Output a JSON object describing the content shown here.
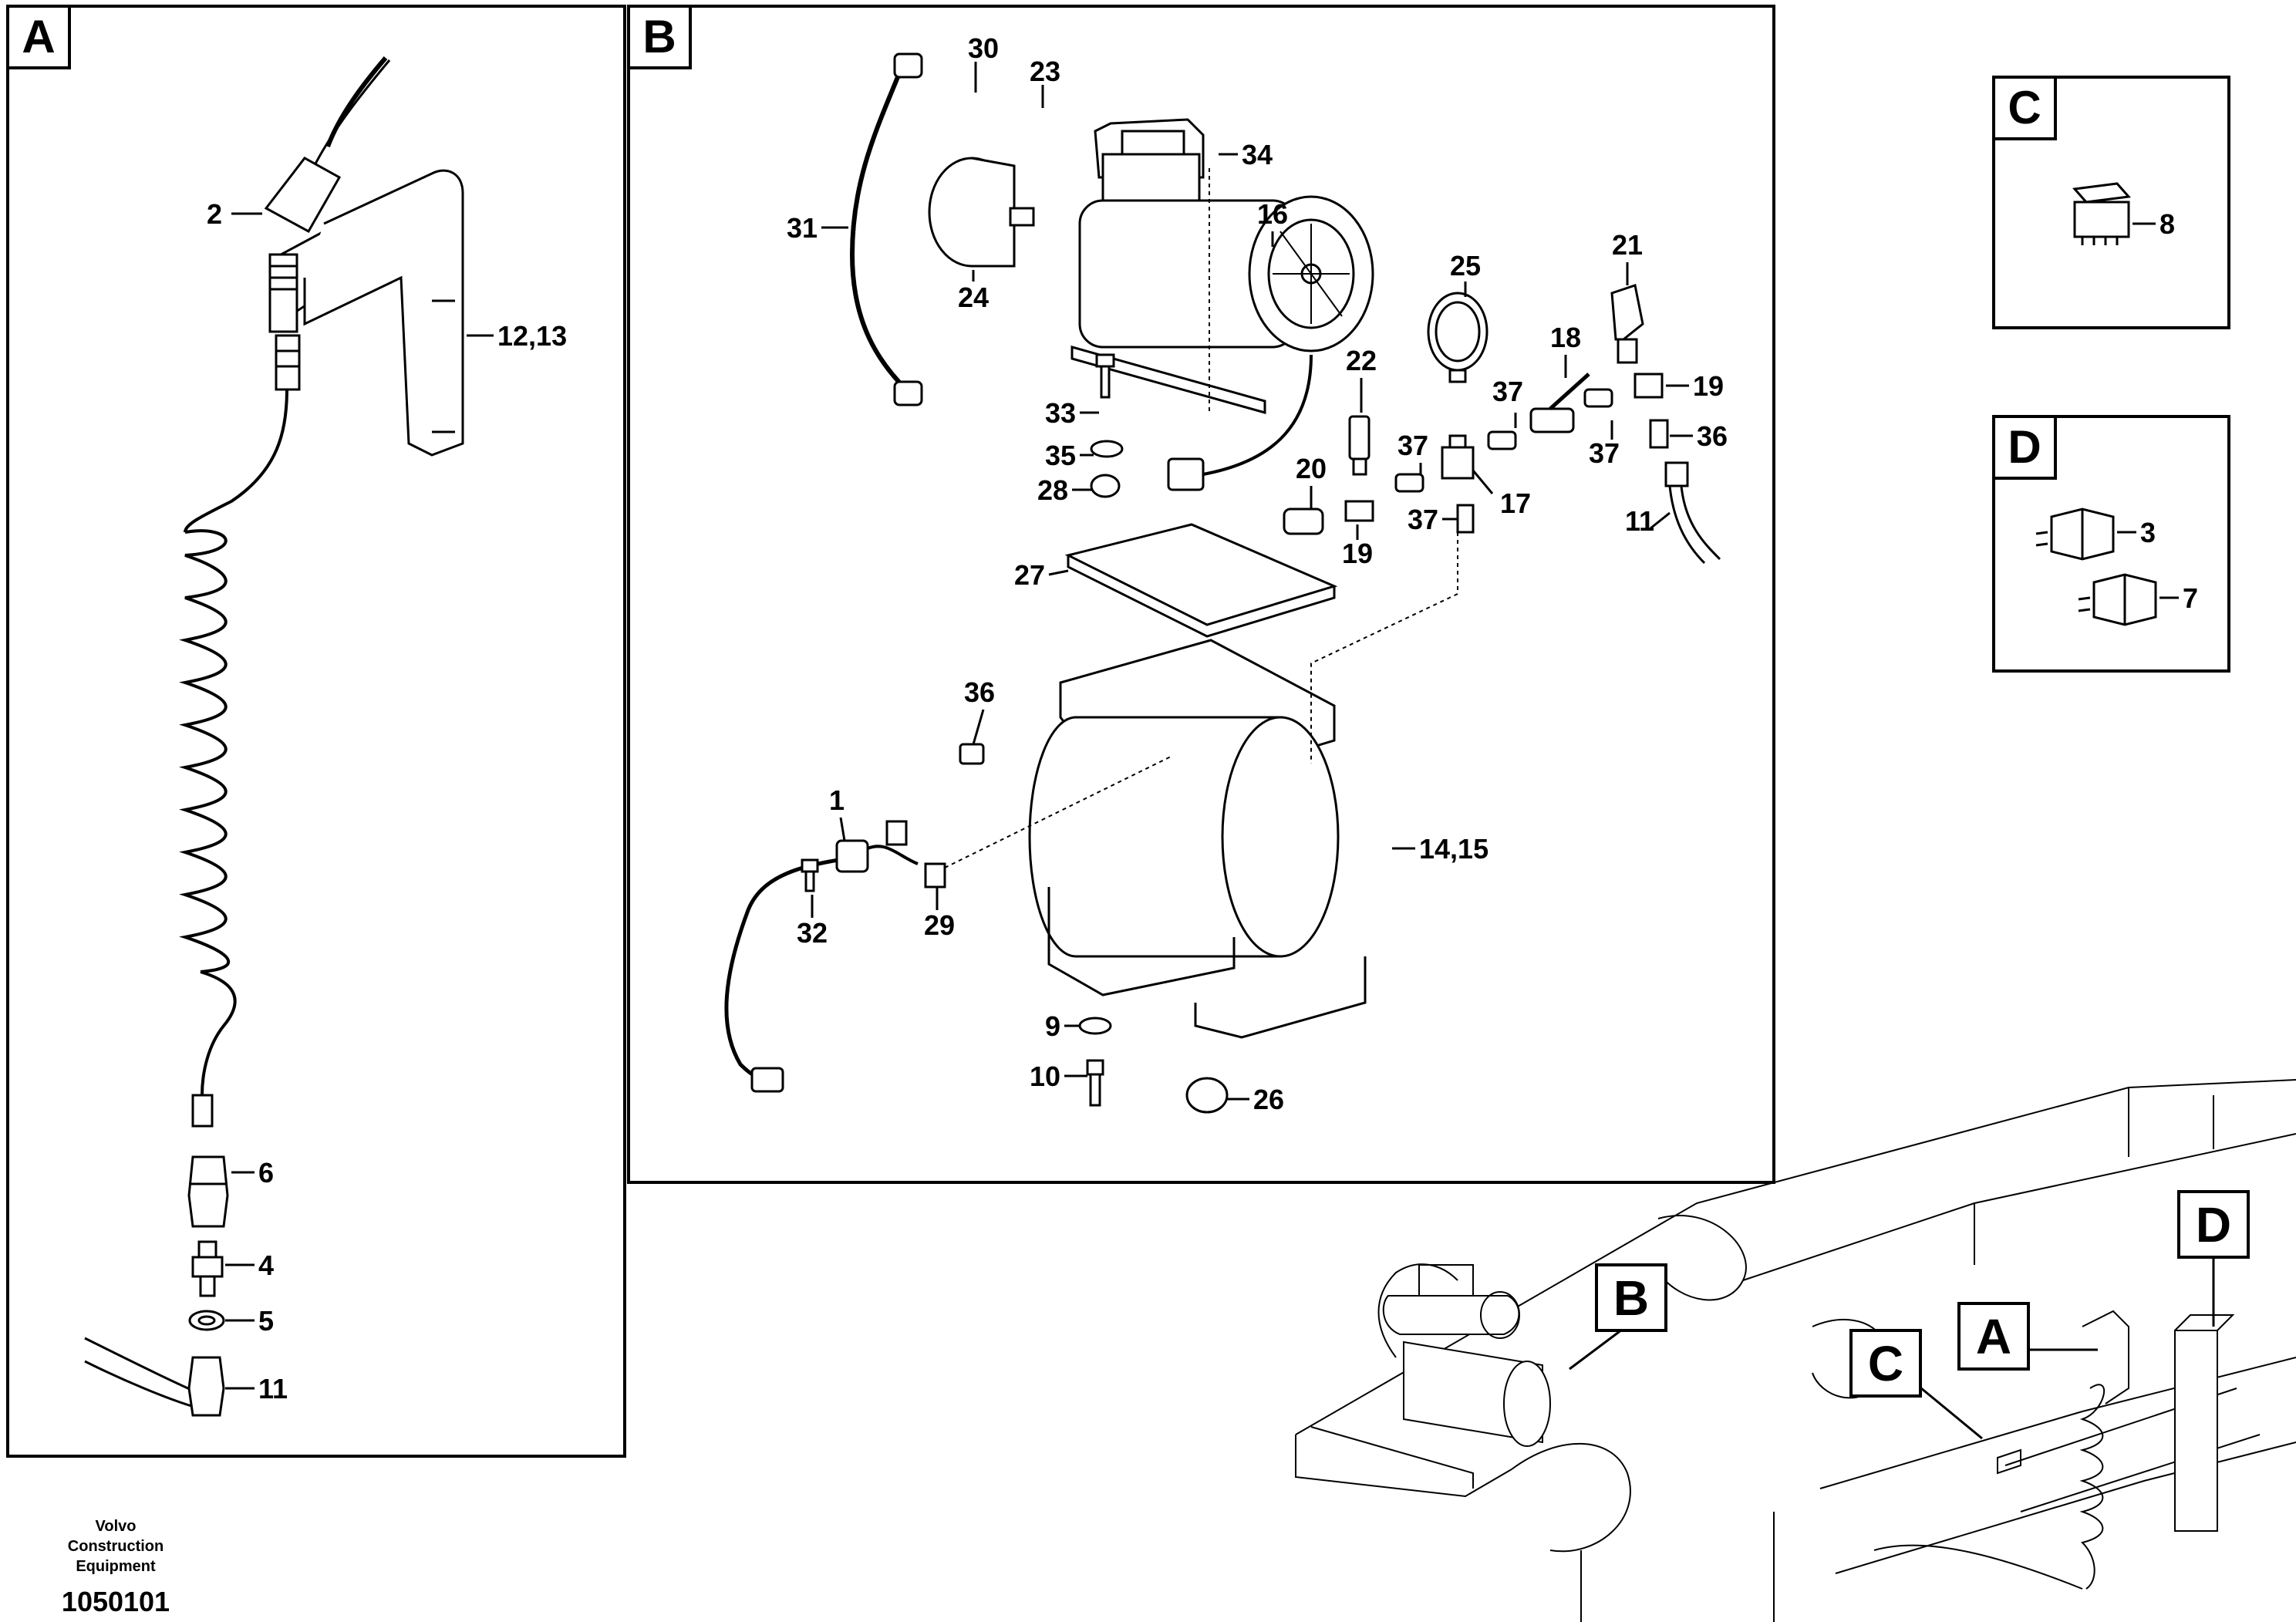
{
  "panels": {
    "A": {
      "label": "A"
    },
    "B": {
      "label": "B"
    },
    "C": {
      "label": "C"
    },
    "D": {
      "label": "D"
    }
  },
  "callouts": {
    "panel_a": [
      "2",
      "12,13",
      "6",
      "4",
      "5",
      "11"
    ],
    "panel_b": [
      "30",
      "23",
      "34",
      "31",
      "16",
      "24",
      "21",
      "25",
      "22",
      "18",
      "19",
      "33",
      "37",
      "37",
      "36",
      "35",
      "37",
      "28",
      "20",
      "17",
      "11",
      "37",
      "19",
      "27",
      "36",
      "1",
      "14,15",
      "32",
      "29",
      "9",
      "10",
      "26"
    ],
    "panel_c": [
      "8"
    ],
    "panel_d": [
      "3",
      "7"
    ]
  },
  "overview_badges": [
    "B",
    "A",
    "C",
    "D"
  ],
  "footer": {
    "brand_line1": "Volvo Construction",
    "brand_line2": "Equipment",
    "drawing_number": "1050101"
  }
}
